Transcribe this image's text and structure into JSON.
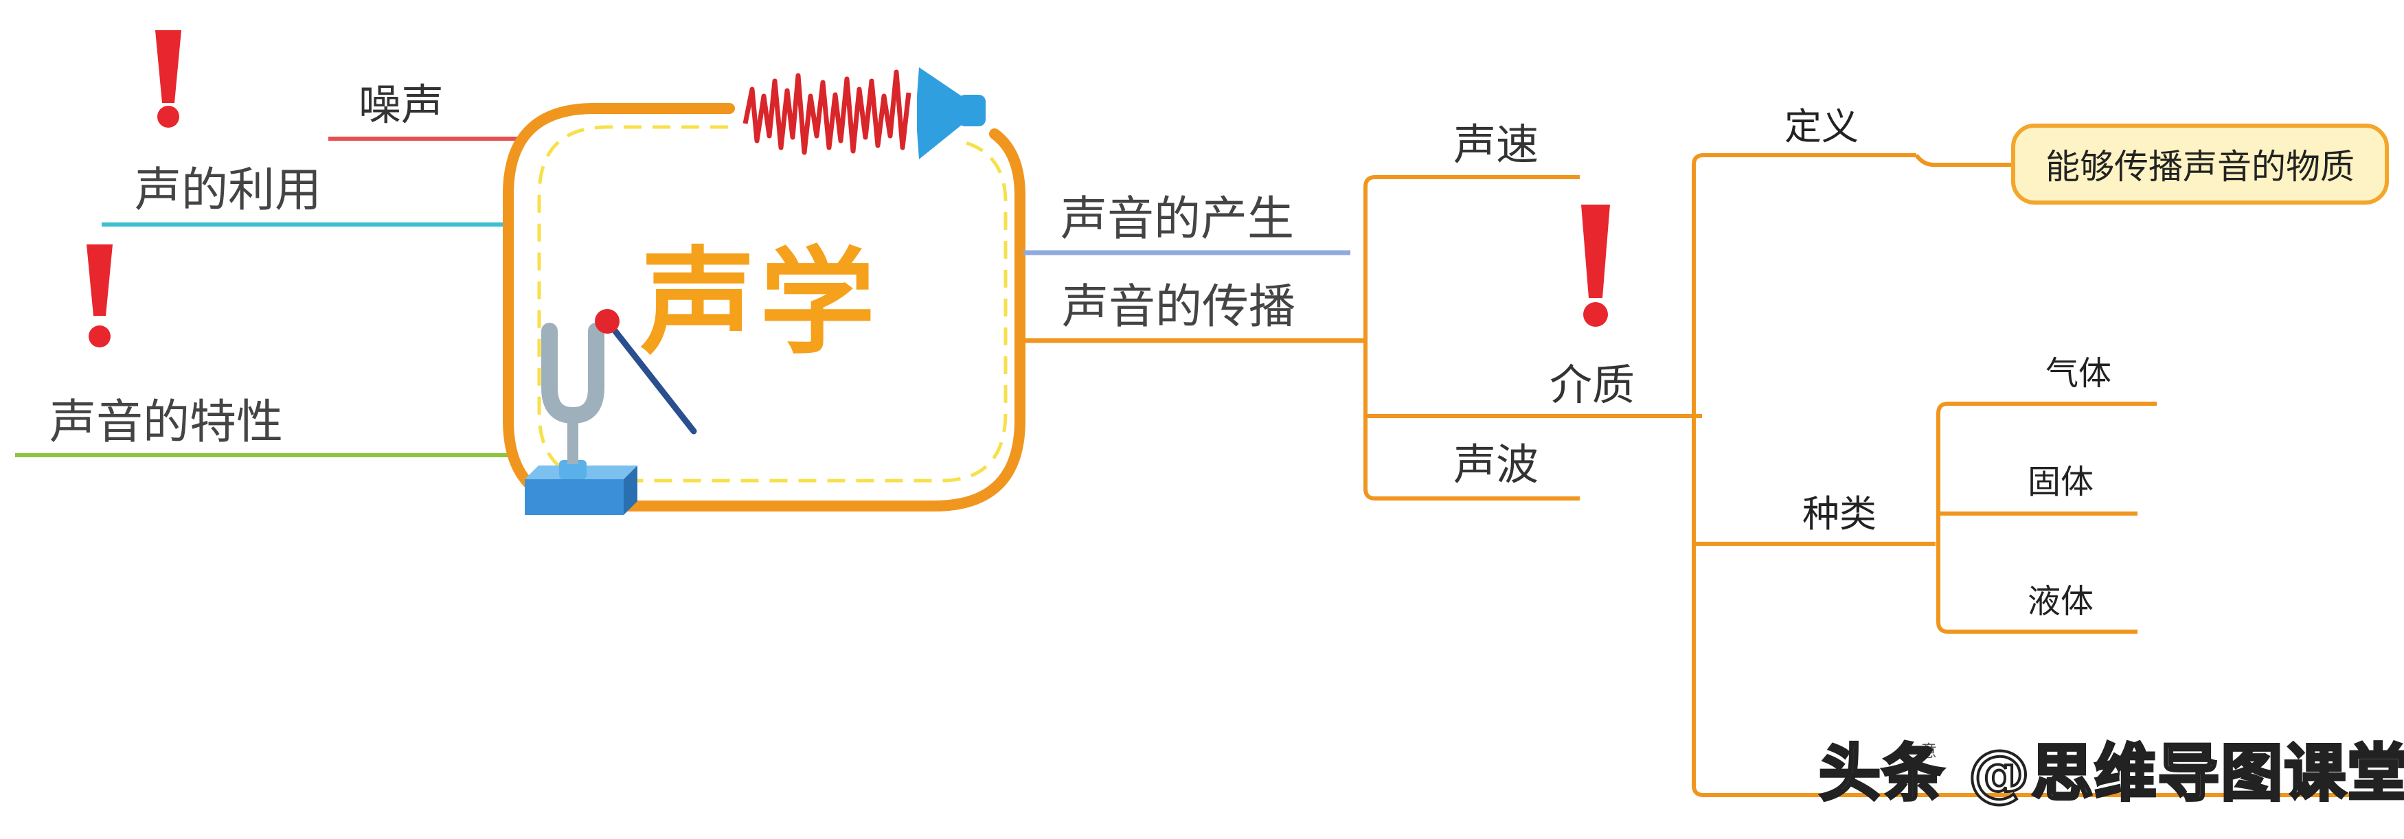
{
  "center": {
    "title": "声学"
  },
  "left_branches": {
    "noise": "噪声",
    "use": "声的利用",
    "properties": "声音的特性"
  },
  "right_branches": {
    "production": "声音的产生",
    "propagation": "声音的传播"
  },
  "propagation_children": {
    "speed": "声速",
    "medium": "介质",
    "wave": "声波"
  },
  "medium_children": {
    "definition": "定义",
    "types": "种类"
  },
  "definition_text": "能够传播声音的物质",
  "type_children": [
    "气体",
    "固体",
    "液体"
  ],
  "watermark": {
    "text": "头条 @思维导图课堂",
    "small": "意"
  },
  "colors": {
    "orange": "#f0961e",
    "red_line": "#e65050",
    "cyan_line": "#3dbfd0",
    "green_line": "#8cc63f",
    "blue_line": "#8faadc",
    "exclamation": "#e8262d",
    "wave": "#d9262b",
    "speaker": "#2f9fe0",
    "fork": "#9fb0bd",
    "fork_base": "#3a8fd8"
  }
}
